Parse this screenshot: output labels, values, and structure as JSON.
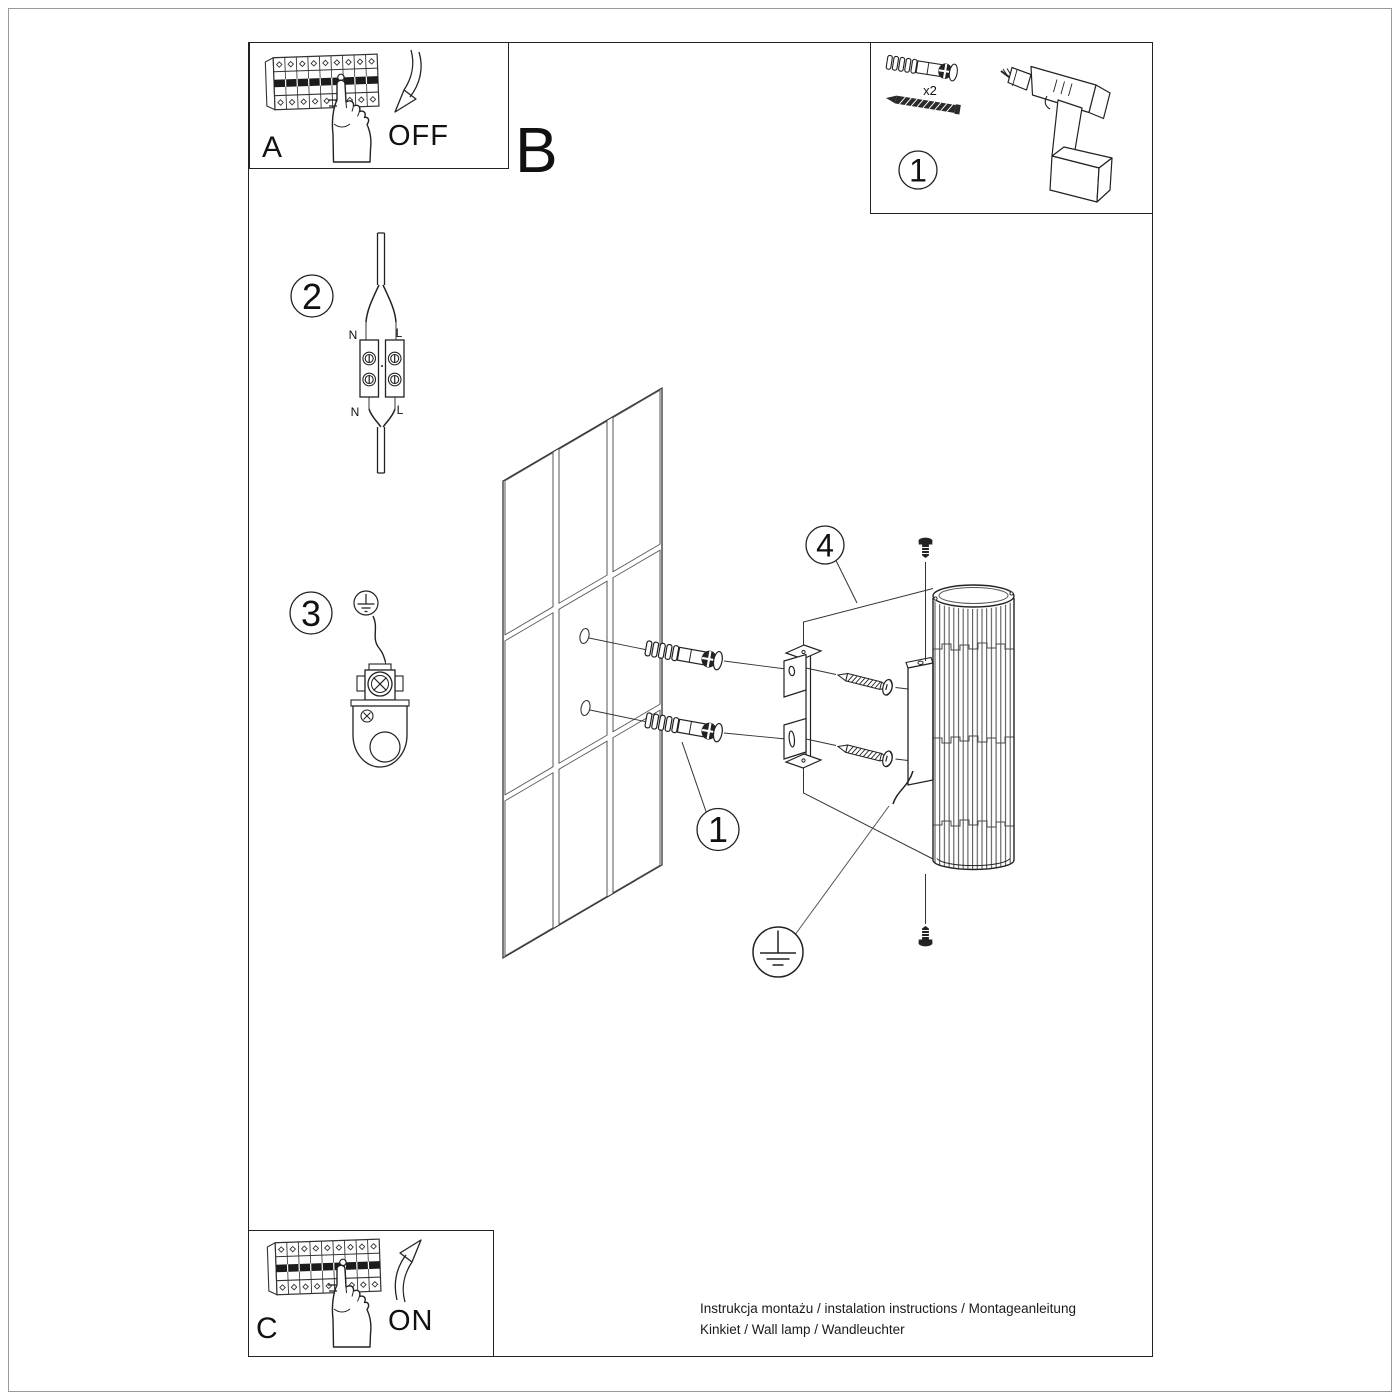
{
  "sections": {
    "box_a_label": "A",
    "box_b_label": "B",
    "box_c_label": "C"
  },
  "breaker": {
    "off": "OFF",
    "on": "ON"
  },
  "badges": {
    "step1": "1",
    "step2": "2",
    "step3": "3",
    "step4": "4"
  },
  "parts": {
    "plug_quantity": "x2"
  },
  "wiring": {
    "neutral": "N",
    "line": "L"
  },
  "footer": {
    "line1": "Instrukcja montażu / instalation instructions / Montageanleitung",
    "line2": "Kinkiet / Wall lamp / Wandleuchter"
  }
}
